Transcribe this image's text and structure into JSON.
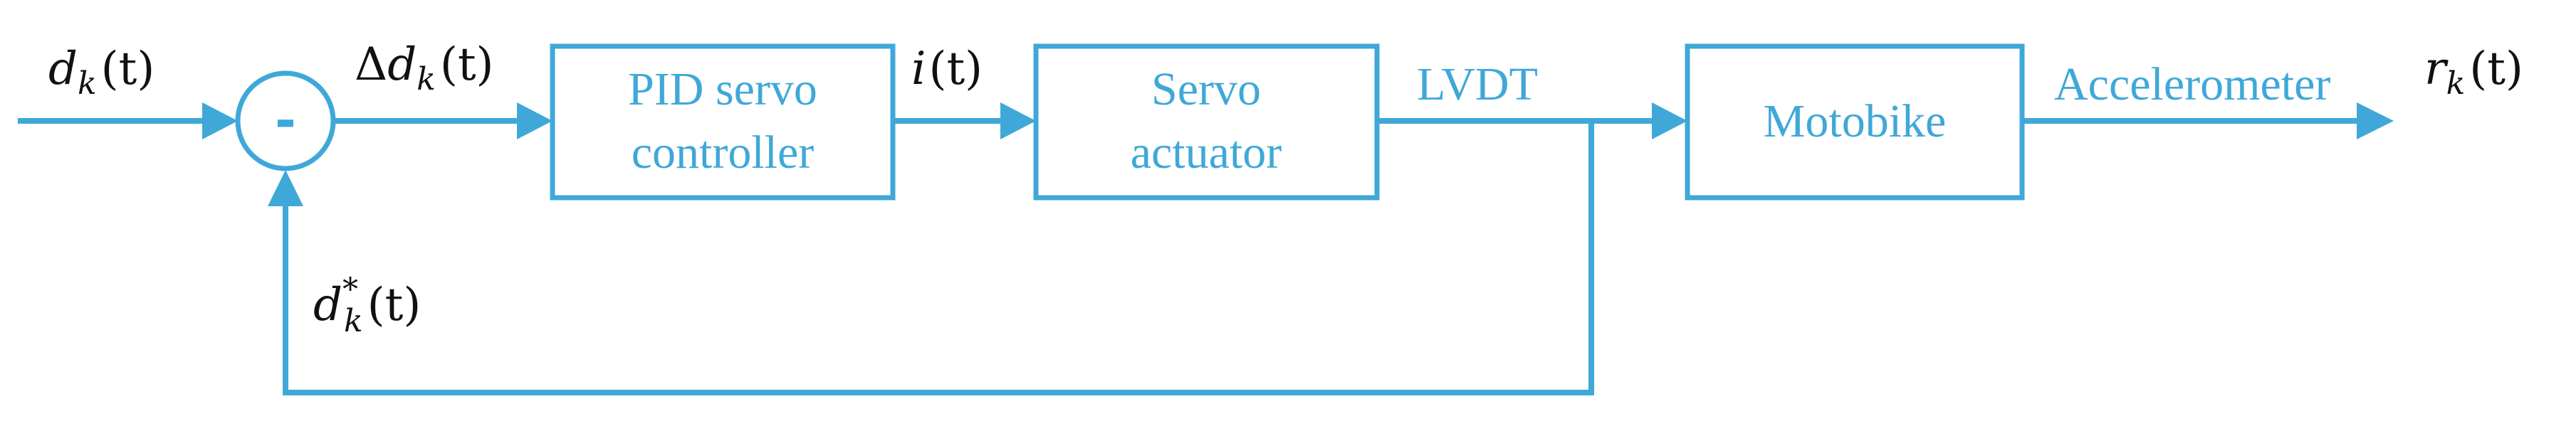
{
  "colors": {
    "accent": "#3fa8d8",
    "math_text": "#111111"
  },
  "blocks": {
    "pid": {
      "line1": "PID servo",
      "line2": "controller"
    },
    "servo": {
      "line1": "Servo",
      "line2": "actuator"
    },
    "motobike": {
      "label": "Motobike"
    }
  },
  "summing_junction": {
    "sign": "-"
  },
  "wire_labels": {
    "lvdt": "LVDT",
    "accelerometer": "Accelerometer"
  },
  "signals": {
    "input": {
      "base": "d",
      "sub": "k",
      "sup": "",
      "arg": "(t)"
    },
    "error": {
      "prefix": "Δ",
      "base": "d",
      "sub": "k",
      "sup": "",
      "arg": "(t)"
    },
    "current": {
      "base": "i",
      "sub": "",
      "sup": "",
      "arg": "(t)"
    },
    "feedback": {
      "base": "d",
      "sub": "k",
      "sup": "*",
      "arg": "(t)"
    },
    "output": {
      "base": "r",
      "sub": "k",
      "sup": "",
      "arg": "(t)"
    }
  }
}
